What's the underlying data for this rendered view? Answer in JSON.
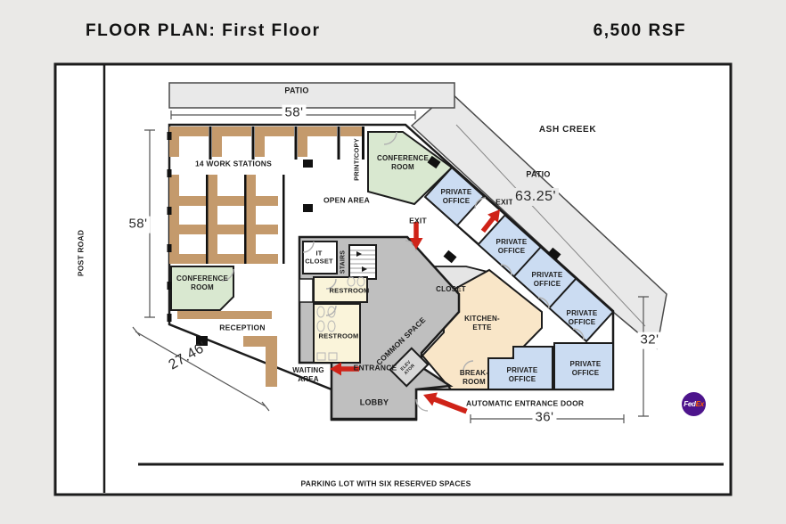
{
  "header": {
    "title": "FLOOR PLAN:  First Floor",
    "area": "6,500 RSF"
  },
  "surroundings": {
    "post_road": "POST ROAD",
    "parking": "PARKING LOT  WITH SIX RESERVED SPACES",
    "ash_creek": "ASH CREEK",
    "patio_top": "PATIO",
    "patio_diagonal": "PATIO"
  },
  "rooms": {
    "work_stations": "14 WORK STATIONS",
    "open_area": "OPEN AREA",
    "print_copy": "PRINT/COPY",
    "conference_room": "CONFERENCE ROOM",
    "private_office": "PRIVATE OFFICE",
    "it_closet": "IT CLOSET",
    "stairs": "STAIRS",
    "restroom": "RESTROOM",
    "closet": "CLOSET",
    "kitchenette": "KITCHEN-ETTE",
    "break_room": "BREAK-ROOM",
    "common_space": "COMMON SPACE",
    "elevator": "ELEV ATOR",
    "reception": "RECEPTION",
    "waiting_area": "WAITING AREA",
    "lobby": "LOBBY"
  },
  "annotations": {
    "exit": "EXIT",
    "entrance": "ENTRANCE",
    "automatic_door": "AUTOMATIC ENTRANCE DOOR"
  },
  "dimensions": {
    "top_width": "58'",
    "left_height": "58'",
    "diagonal_length": "63.25'",
    "reception_width": "27.46'",
    "bottom_width": "36'",
    "right_height": "32'"
  },
  "branding": {
    "fedex_fed": "Fed",
    "fedex_ex": "Ex"
  },
  "colors": {
    "arrow_red": "#cf2318",
    "office_blue": "#cbdcf2",
    "conference_green": "#d9e8d0",
    "kitchen_peach": "#f9e6c8",
    "restroom_yellow": "#faf4da",
    "desk_tan": "#c49a6c",
    "fedex_purple": "#4d148c",
    "fedex_orange": "#ff6200"
  }
}
